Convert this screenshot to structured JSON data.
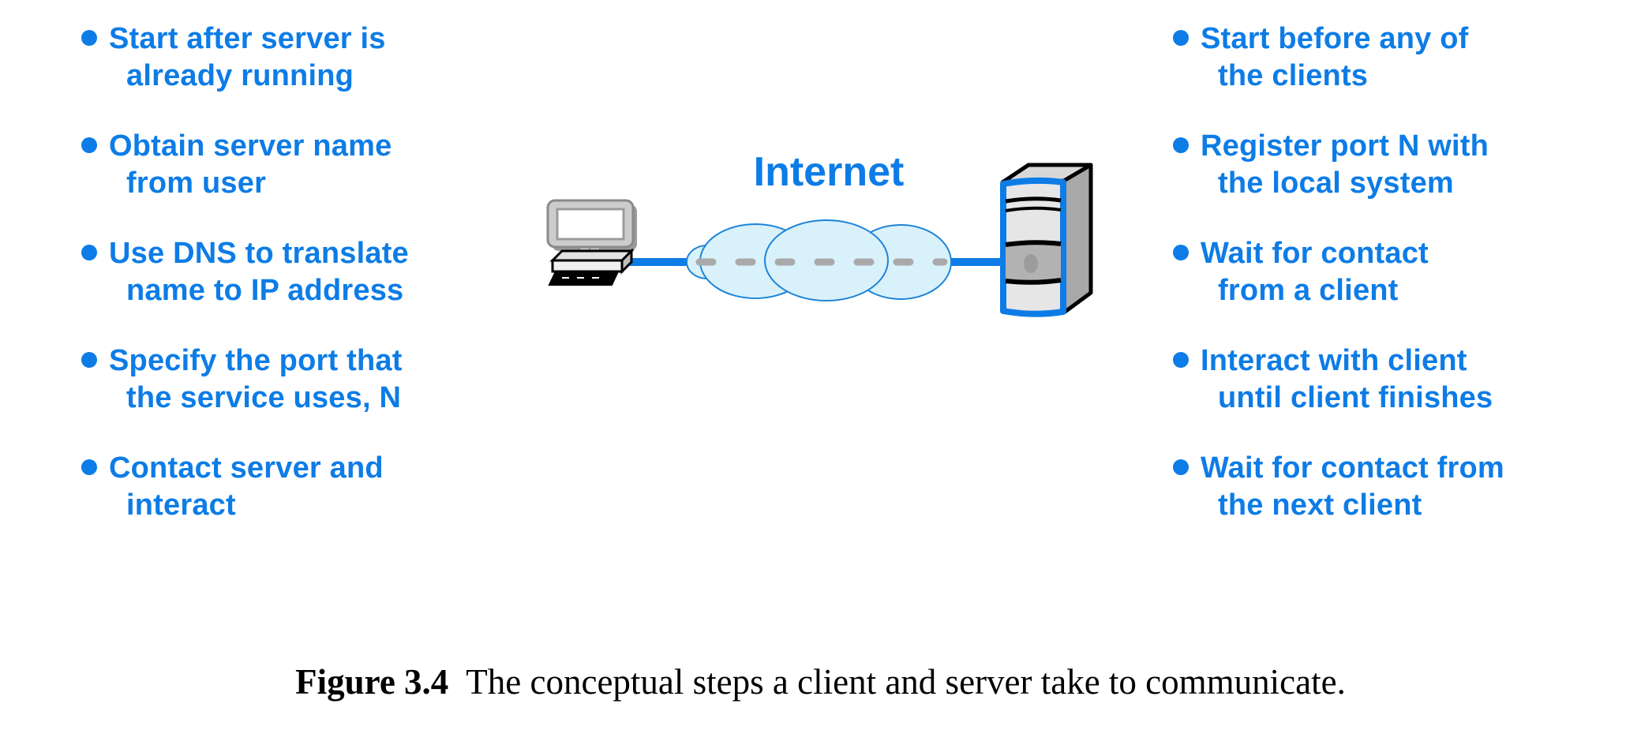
{
  "colors": {
    "accent_blue": "#0d7ce6",
    "cloud_fill": "#d9f1fb",
    "cloud_stroke": "#1c85d8",
    "dash_gray": "#a9a9a9"
  },
  "client_steps": {
    "items": [
      {
        "line1": "Start after server is",
        "line2": "already running"
      },
      {
        "line1": "Obtain server name",
        "line2": "from user"
      },
      {
        "line1": "Use DNS to translate",
        "line2": "name to IP address"
      },
      {
        "line1": "Specify the port that",
        "line2": "the service uses, N"
      },
      {
        "line1": "Contact server and",
        "line2": "interact"
      }
    ]
  },
  "server_steps": {
    "items": [
      {
        "line1": "Start before any of",
        "line2": "the clients"
      },
      {
        "line1": "Register port N with",
        "line2": "the local system"
      },
      {
        "line1": "Wait for contact",
        "line2": "from a client"
      },
      {
        "line1": "Interact with client",
        "line2": "until client finishes"
      },
      {
        "line1": "Wait for contact from",
        "line2": "the next client"
      }
    ]
  },
  "diagram": {
    "internet_label": "Internet",
    "icons": [
      "client-computer-icon",
      "internet-cloud-icon",
      "server-tower-icon"
    ]
  },
  "caption": {
    "label": "Figure 3.4",
    "text": "The conceptual steps a client and server take to communicate."
  }
}
